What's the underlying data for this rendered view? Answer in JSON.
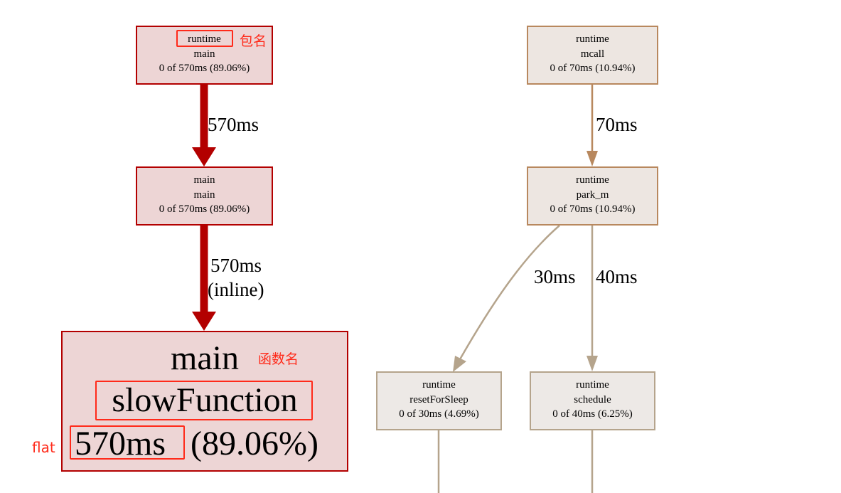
{
  "nodes": {
    "runtime_main": {
      "pkg": "runtime",
      "func": "main",
      "stat": "0 of 570ms (89.06%)"
    },
    "main_main": {
      "pkg": "main",
      "func": "main",
      "stat": "0 of 570ms (89.06%)"
    },
    "main_slowFunction": {
      "pkg": "main",
      "func": "slowFunction",
      "flat": "570ms",
      "pct": "(89.06%)"
    },
    "runtime_mcall": {
      "pkg": "runtime",
      "func": "mcall",
      "stat": "0 of 70ms (10.94%)"
    },
    "runtime_park_m": {
      "pkg": "runtime",
      "func": "park_m",
      "stat": "0 of 70ms (10.94%)"
    },
    "runtime_resetForSleep": {
      "pkg": "runtime",
      "func": "resetForSleep",
      "stat": "0 of 30ms (4.69%)"
    },
    "runtime_schedule": {
      "pkg": "runtime",
      "func": "schedule",
      "stat": "0 of 40ms (6.25%)"
    }
  },
  "edges": {
    "main_to_mainmain": {
      "label": "570ms"
    },
    "mainmain_to_slow": {
      "label": "570ms",
      "note": "(inline)"
    },
    "mcall_to_park": {
      "label": "70ms"
    },
    "park_to_reset": {
      "label": "30ms"
    },
    "park_to_schedule": {
      "label": "40ms"
    }
  },
  "annotations": {
    "package_name": "包名",
    "function_name": "函数名",
    "flat": "flat"
  },
  "colors": {
    "hot_edge": "#b30000",
    "hot_node_fill": "#edd5d5",
    "warm_edge": "#b8885e",
    "cool_edge": "#b5a48c",
    "annotation": "#ff2a1a"
  }
}
